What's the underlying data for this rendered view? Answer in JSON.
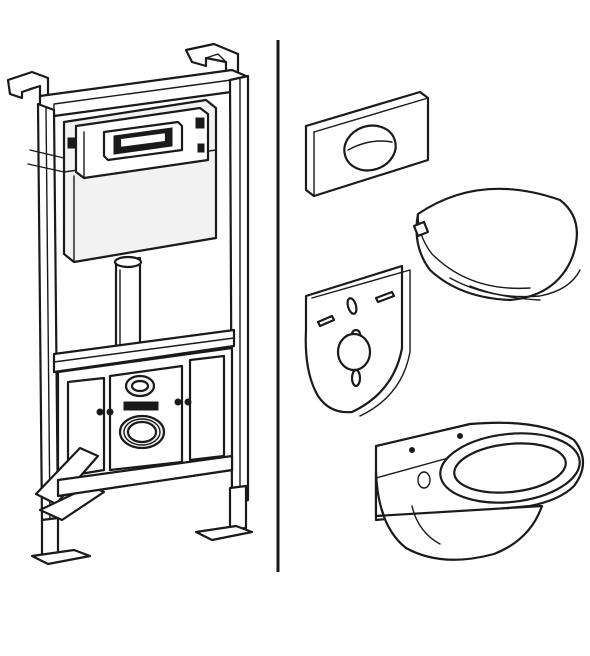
{
  "image": {
    "background": "#ffffff",
    "line_color": "#1a1a1a",
    "components": [
      "installation-frame",
      "flush-plate",
      "toilet-seat-lid",
      "soundproof-pad",
      "wall-hung-toilet-bowl"
    ]
  }
}
